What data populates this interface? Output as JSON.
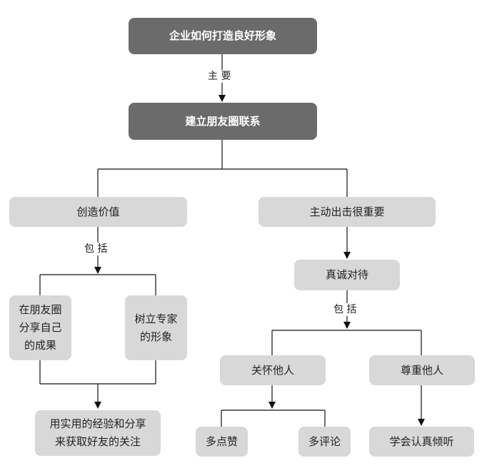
{
  "colors": {
    "dark_box": "#6b6b6b",
    "light_box": "#d8d8d8",
    "line": "#111111"
  },
  "nodes": {
    "root": "企业如何打造良好形象",
    "main": "建立朋友圈联系",
    "create_value": "创造价值",
    "proactive": "主动出击很重要",
    "share_self": "在朋友圈\n分享自己\n的成果",
    "expert_image": "树立专家\n的形象",
    "useful_share": "用实用的经验和分享\n来获取好友的关注",
    "sincere": "真诚对待",
    "care": "关怀他人",
    "respect": "尊重他人",
    "likes": "多点赞",
    "comments": "多评论",
    "listen": "学会认真倾听"
  },
  "edge_labels": {
    "main": "主 要",
    "include_left": "包 括",
    "include_right": "包 括"
  }
}
